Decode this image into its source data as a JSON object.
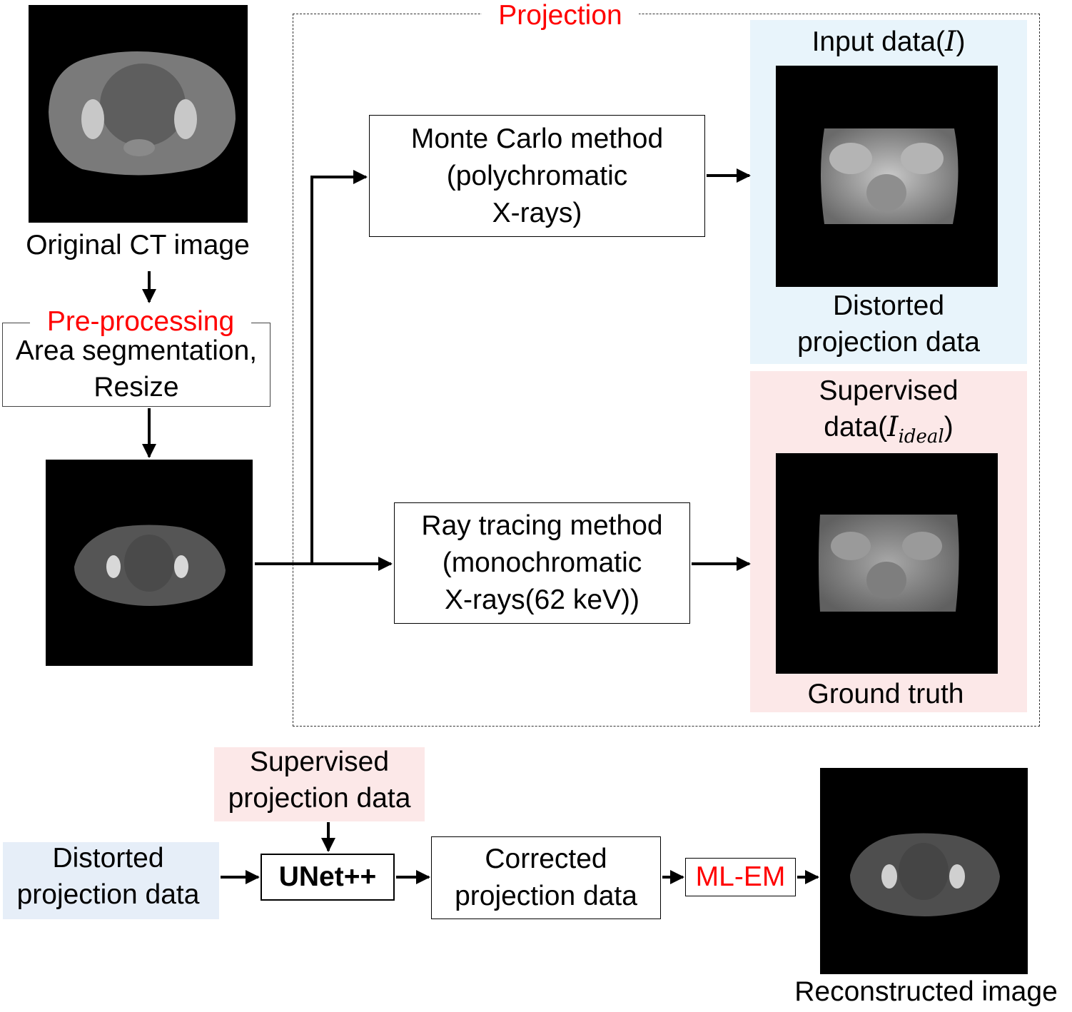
{
  "original_ct": {
    "caption": "Original CT image"
  },
  "preprocessing": {
    "title": "Pre-processing",
    "line1": "Area segmentation,",
    "line2": "Resize"
  },
  "projection": {
    "title": "Projection"
  },
  "monte_carlo": {
    "line1": "Monte Carlo method",
    "line2": "(polychromatic",
    "line3": "X-rays)"
  },
  "ray_tracing": {
    "line1": "Ray tracing method",
    "line2": "(monochromatic",
    "line3": "X-rays(62 keV))"
  },
  "input_panel": {
    "title_prefix": "Input data(",
    "symbol": "I",
    "title_suffix": ")",
    "caption1": "Distorted",
    "caption2": "projection data"
  },
  "supervised_panel": {
    "title1": "Supervised",
    "title_prefix": "data(",
    "symbol": "I",
    "subscript": "ideal",
    "title_suffix": ")",
    "caption": "Ground truth"
  },
  "pipeline": {
    "supervised_line1": "Supervised",
    "supervised_line2": "projection data",
    "distorted_line1": "Distorted",
    "distorted_line2": "projection data",
    "unet": "UNet++",
    "corrected_line1": "Corrected",
    "corrected_line2": "projection data",
    "mlem": "ML-EM",
    "reconstructed_caption": "Reconstructed image"
  },
  "colors": {
    "accent_red": "#ff0000",
    "input_bg": "#e8f4fb",
    "supervised_bg": "#fce8e8",
    "distorted_bg": "#e6eef8",
    "supervised_label_bg": "#fce8e8"
  }
}
